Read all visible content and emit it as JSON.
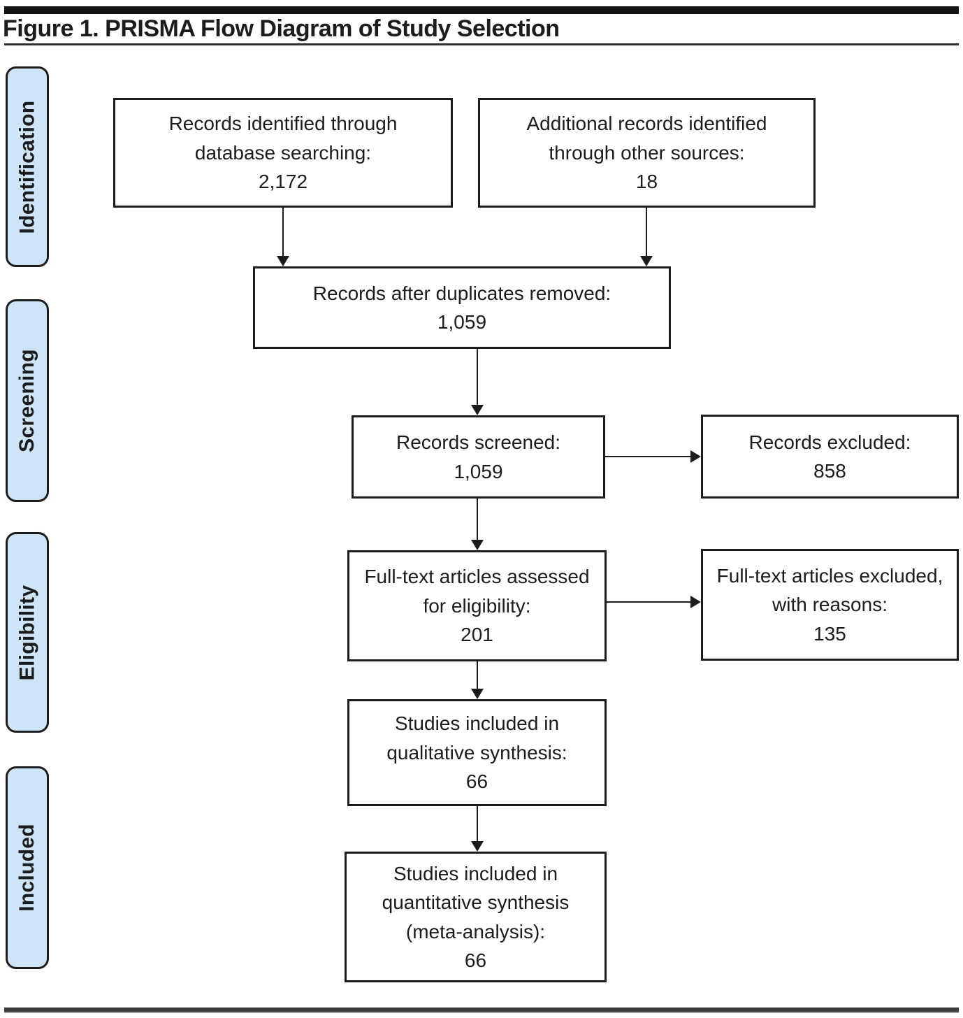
{
  "title": "Figure 1. PRISMA Flow Diagram of Study Selection",
  "colors": {
    "stage_fill": "#cde5f7",
    "line": "#1c1c1c"
  },
  "stages": [
    {
      "label": "Identification"
    },
    {
      "label": "Screening"
    },
    {
      "label": "Eligibility"
    },
    {
      "label": "Included"
    }
  ],
  "boxes": {
    "records_identified": {
      "label": "Records identified through\ndatabase searching:",
      "value": "2,172"
    },
    "additional_records": {
      "label": "Additional records identified\nthrough other sources:",
      "value": "18"
    },
    "after_duplicates": {
      "label": "Records after duplicates removed:",
      "value": "1,059"
    },
    "records_screened": {
      "label": "Records screened:",
      "value": "1,059"
    },
    "records_excluded": {
      "label": "Records excluded:",
      "value": "858"
    },
    "fulltext_assessed": {
      "label": "Full-text articles assessed\nfor eligibility:",
      "value": "201"
    },
    "fulltext_excluded": {
      "label": "Full-text articles excluded,\nwith reasons:",
      "value": "135"
    },
    "qualitative_synthesis": {
      "label": "Studies included in\nqualitative synthesis:",
      "value": "66"
    },
    "quantitative_synthesis": {
      "label": "Studies included in\nquantitative synthesis\n(meta-analysis):",
      "value": "66"
    }
  }
}
